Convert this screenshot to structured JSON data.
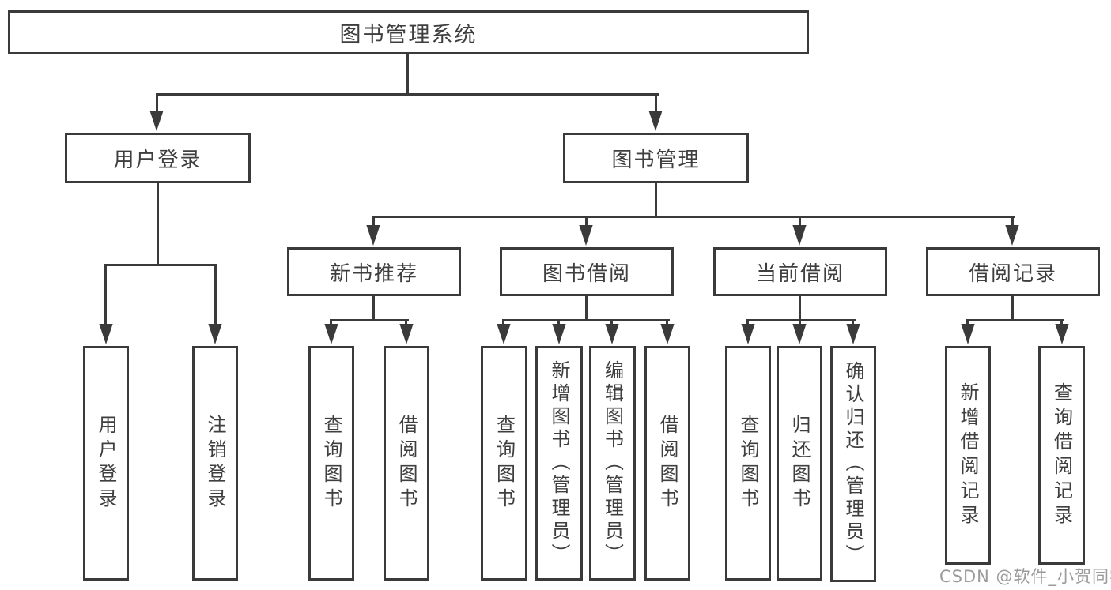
{
  "diagram": {
    "root": {
      "label": "图书管理系统"
    },
    "nodes": {
      "user_login": {
        "label": "用户登录",
        "children": [
          {
            "label": "用户登录"
          },
          {
            "label": "注销登录"
          }
        ]
      },
      "book_mgmt": {
        "label": "图书管理",
        "children": [
          {
            "label": "新书推荐",
            "children": [
              {
                "label": "查询图书"
              },
              {
                "label": "借阅图书"
              }
            ]
          },
          {
            "label": "图书借阅",
            "children": [
              {
                "label": "查询图书"
              },
              {
                "label": "新增图书（管理员）"
              },
              {
                "label": "编辑图书（管理员）"
              },
              {
                "label": "借阅图书"
              }
            ]
          },
          {
            "label": "当前借阅",
            "children": [
              {
                "label": "查询图书"
              },
              {
                "label": "归还图书"
              },
              {
                "label": "确认归还（管理员）"
              }
            ]
          },
          {
            "label": "借阅记录",
            "children": [
              {
                "label": "新增借阅记录"
              },
              {
                "label": "查询借阅记录"
              }
            ]
          }
        ]
      }
    }
  },
  "watermark": {
    "text": "CSDN @软件_小贺同学"
  },
  "colors": {
    "line": "#3a3a3a",
    "text": "#3f3f3f",
    "watermark": "#9a9a9a",
    "background": "#ffffff"
  }
}
